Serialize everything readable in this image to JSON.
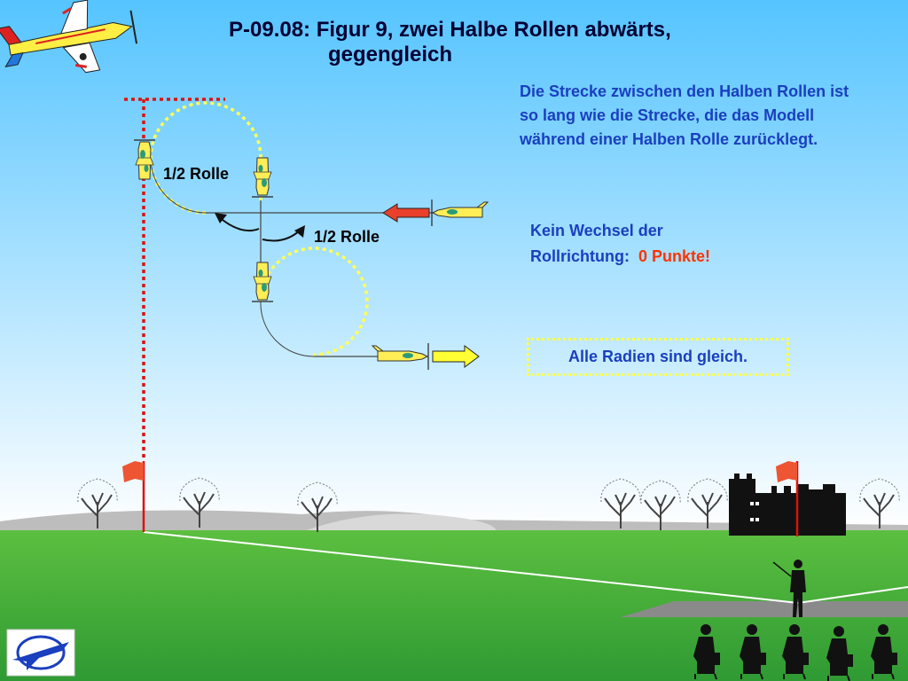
{
  "title": {
    "line1": "P-09.08: Figur 9, zwei Halbe Rollen abwärts,",
    "line2": "gegengleich"
  },
  "note": "Die Strecke zwischen den Halben Rollen ist so lang wie die Strecke, die das Modell während einer Halben Rolle zurücklegt.",
  "warning": {
    "text_line1": "Kein Wechsel der",
    "text_line2": "Rollrichtung:",
    "penalty": "0 Punkte!"
  },
  "radius_note": "Alle Radien sind gleich.",
  "roll_labels": [
    "1/2  Rolle",
    "1/2  Rolle"
  ],
  "colors": {
    "sky": "#66ccff",
    "grass": "#4aae3c",
    "aerobatic_box_line": "#dd1111",
    "flight_path_dots": "#ffff55",
    "model_plane": "#ffee55",
    "entry_arrow": "#e8402a",
    "exit_arrow": "#ffff33",
    "text_blue": "#1a3fbf",
    "penalty_red": "#ff3300"
  },
  "icons": {
    "corner_logo": "aircraft-logo-icon",
    "club_emblem": "club-emblem-icon",
    "boundary_flag": "flag-icon",
    "pilot": "pilot-silhouette-icon",
    "judges": "judge-silhouette-icon",
    "castle": "castle-silhouette-icon",
    "trees": "tree-icon"
  }
}
